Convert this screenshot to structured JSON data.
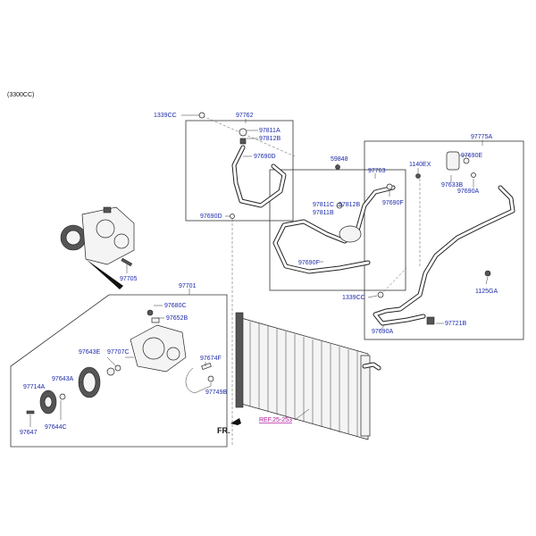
{
  "header": {
    "engine": "(3300CC)"
  },
  "labels": {
    "l1339cc_top": "1339CC",
    "l97762": "97762",
    "l97811a": "97811A",
    "l97812b_top": "97812B",
    "l97690d": "97690D",
    "l97690d_low": "97690D",
    "l59848": "59848",
    "l97763": "97763",
    "l97811c": "97811C",
    "l97811b": "97811B",
    "l97812b_mid": "97812B",
    "l97690f_r": "97690F",
    "l97690f_l": "97690F",
    "l1140ex": "1140EX",
    "l97775a": "97775A",
    "l97690e": "97690E",
    "l97633b": "97633B",
    "l97690a_top": "97690A",
    "l1125ga": "1125GA",
    "l1339cc_low": "1339CC",
    "l97721b": "97721B",
    "l97690a_low": "97690A",
    "l97705": "97705",
    "l97701": "97701",
    "l97680c": "97680C",
    "l97652b": "97652B",
    "l97643e": "97643E",
    "l97707c": "97707C",
    "l97674f": "97674F",
    "l97643a": "97643A",
    "l97714a": "97714A",
    "l97749b": "97749B",
    "l97647": "97647",
    "l97644c": "97644C"
  },
  "ref_link": "REF.25-253",
  "front_marker": "FR."
}
